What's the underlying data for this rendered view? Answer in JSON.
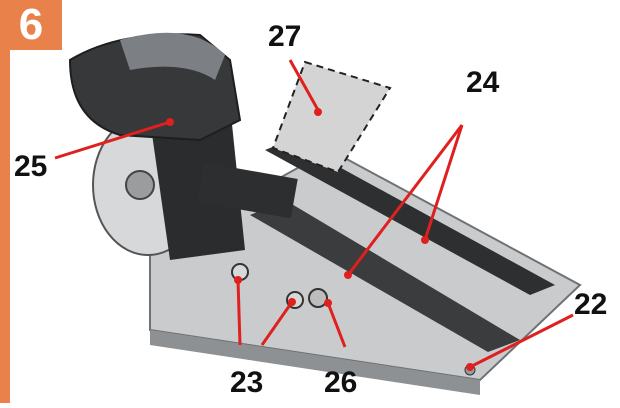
{
  "figure": {
    "number": "6",
    "accent_color": "#e9824a",
    "leader_color": "#e01f1f",
    "callouts": [
      "27",
      "24",
      "25",
      "22",
      "23",
      "26"
    ]
  }
}
